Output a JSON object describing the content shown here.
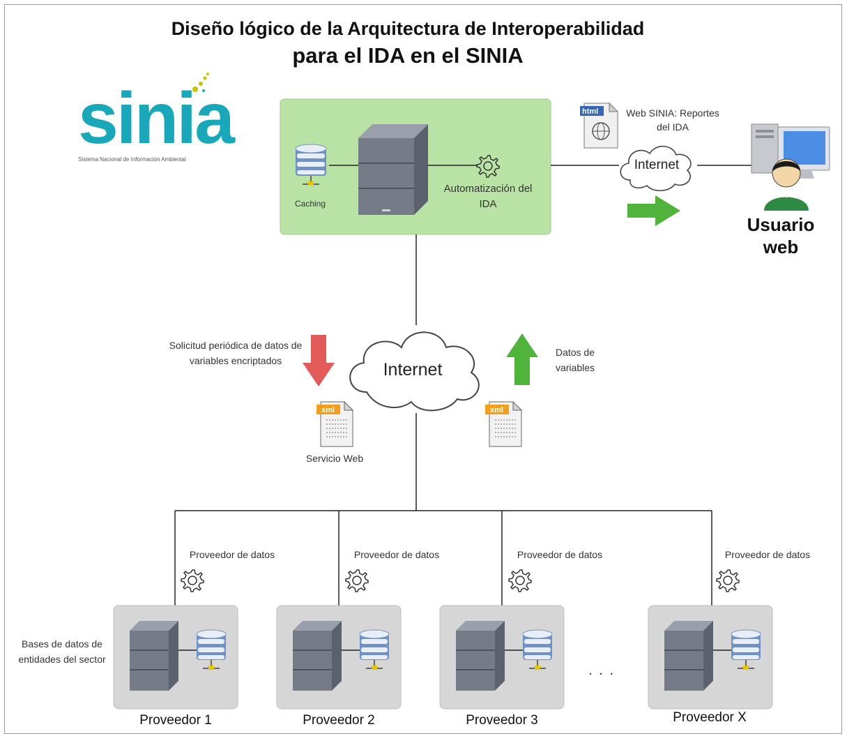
{
  "title": {
    "line1": "Diseño lógico de la Arquitectura de Interoperabilidad",
    "line2": "para el IDA en el SINIA"
  },
  "logo": {
    "word": "sinia",
    "subtitle": "Sistema Nacional de Información Ambiental"
  },
  "central": {
    "caching_label": "Caching",
    "automation_label": "Automatización del IDA"
  },
  "web": {
    "file_badge": "html",
    "description": "Web SINIA: Reportes del IDA",
    "internet_label": "Internet",
    "user_label": "Usuario web"
  },
  "middle": {
    "internet_label": "Internet",
    "request_label": "Solicitud periódica de datos de variables encriptados",
    "response_label": "Datos de variables",
    "xml_badge": "xml",
    "service_label": "Servicio Web"
  },
  "providers": {
    "db_label": "Bases de datos de entidades del sector",
    "ellipsis": ". . .",
    "items": [
      {
        "name": "Proveedor 1",
        "role": "Proveedor de datos"
      },
      {
        "name": "Proveedor 2",
        "role": "Proveedor de datos"
      },
      {
        "name": "Proveedor 3",
        "role": "Proveedor de datos"
      },
      {
        "name": "Proveedor X",
        "role": "Proveedor de datos"
      }
    ]
  },
  "colors": {
    "central_box": "#b9e3a5",
    "provider_box": "#d6d6d6",
    "logo_teal": "#19a7ba",
    "logo_yellow": "#c8c400",
    "arrow_green": "#4fb33c",
    "arrow_red": "#e25b59",
    "server": "#6d7380"
  }
}
